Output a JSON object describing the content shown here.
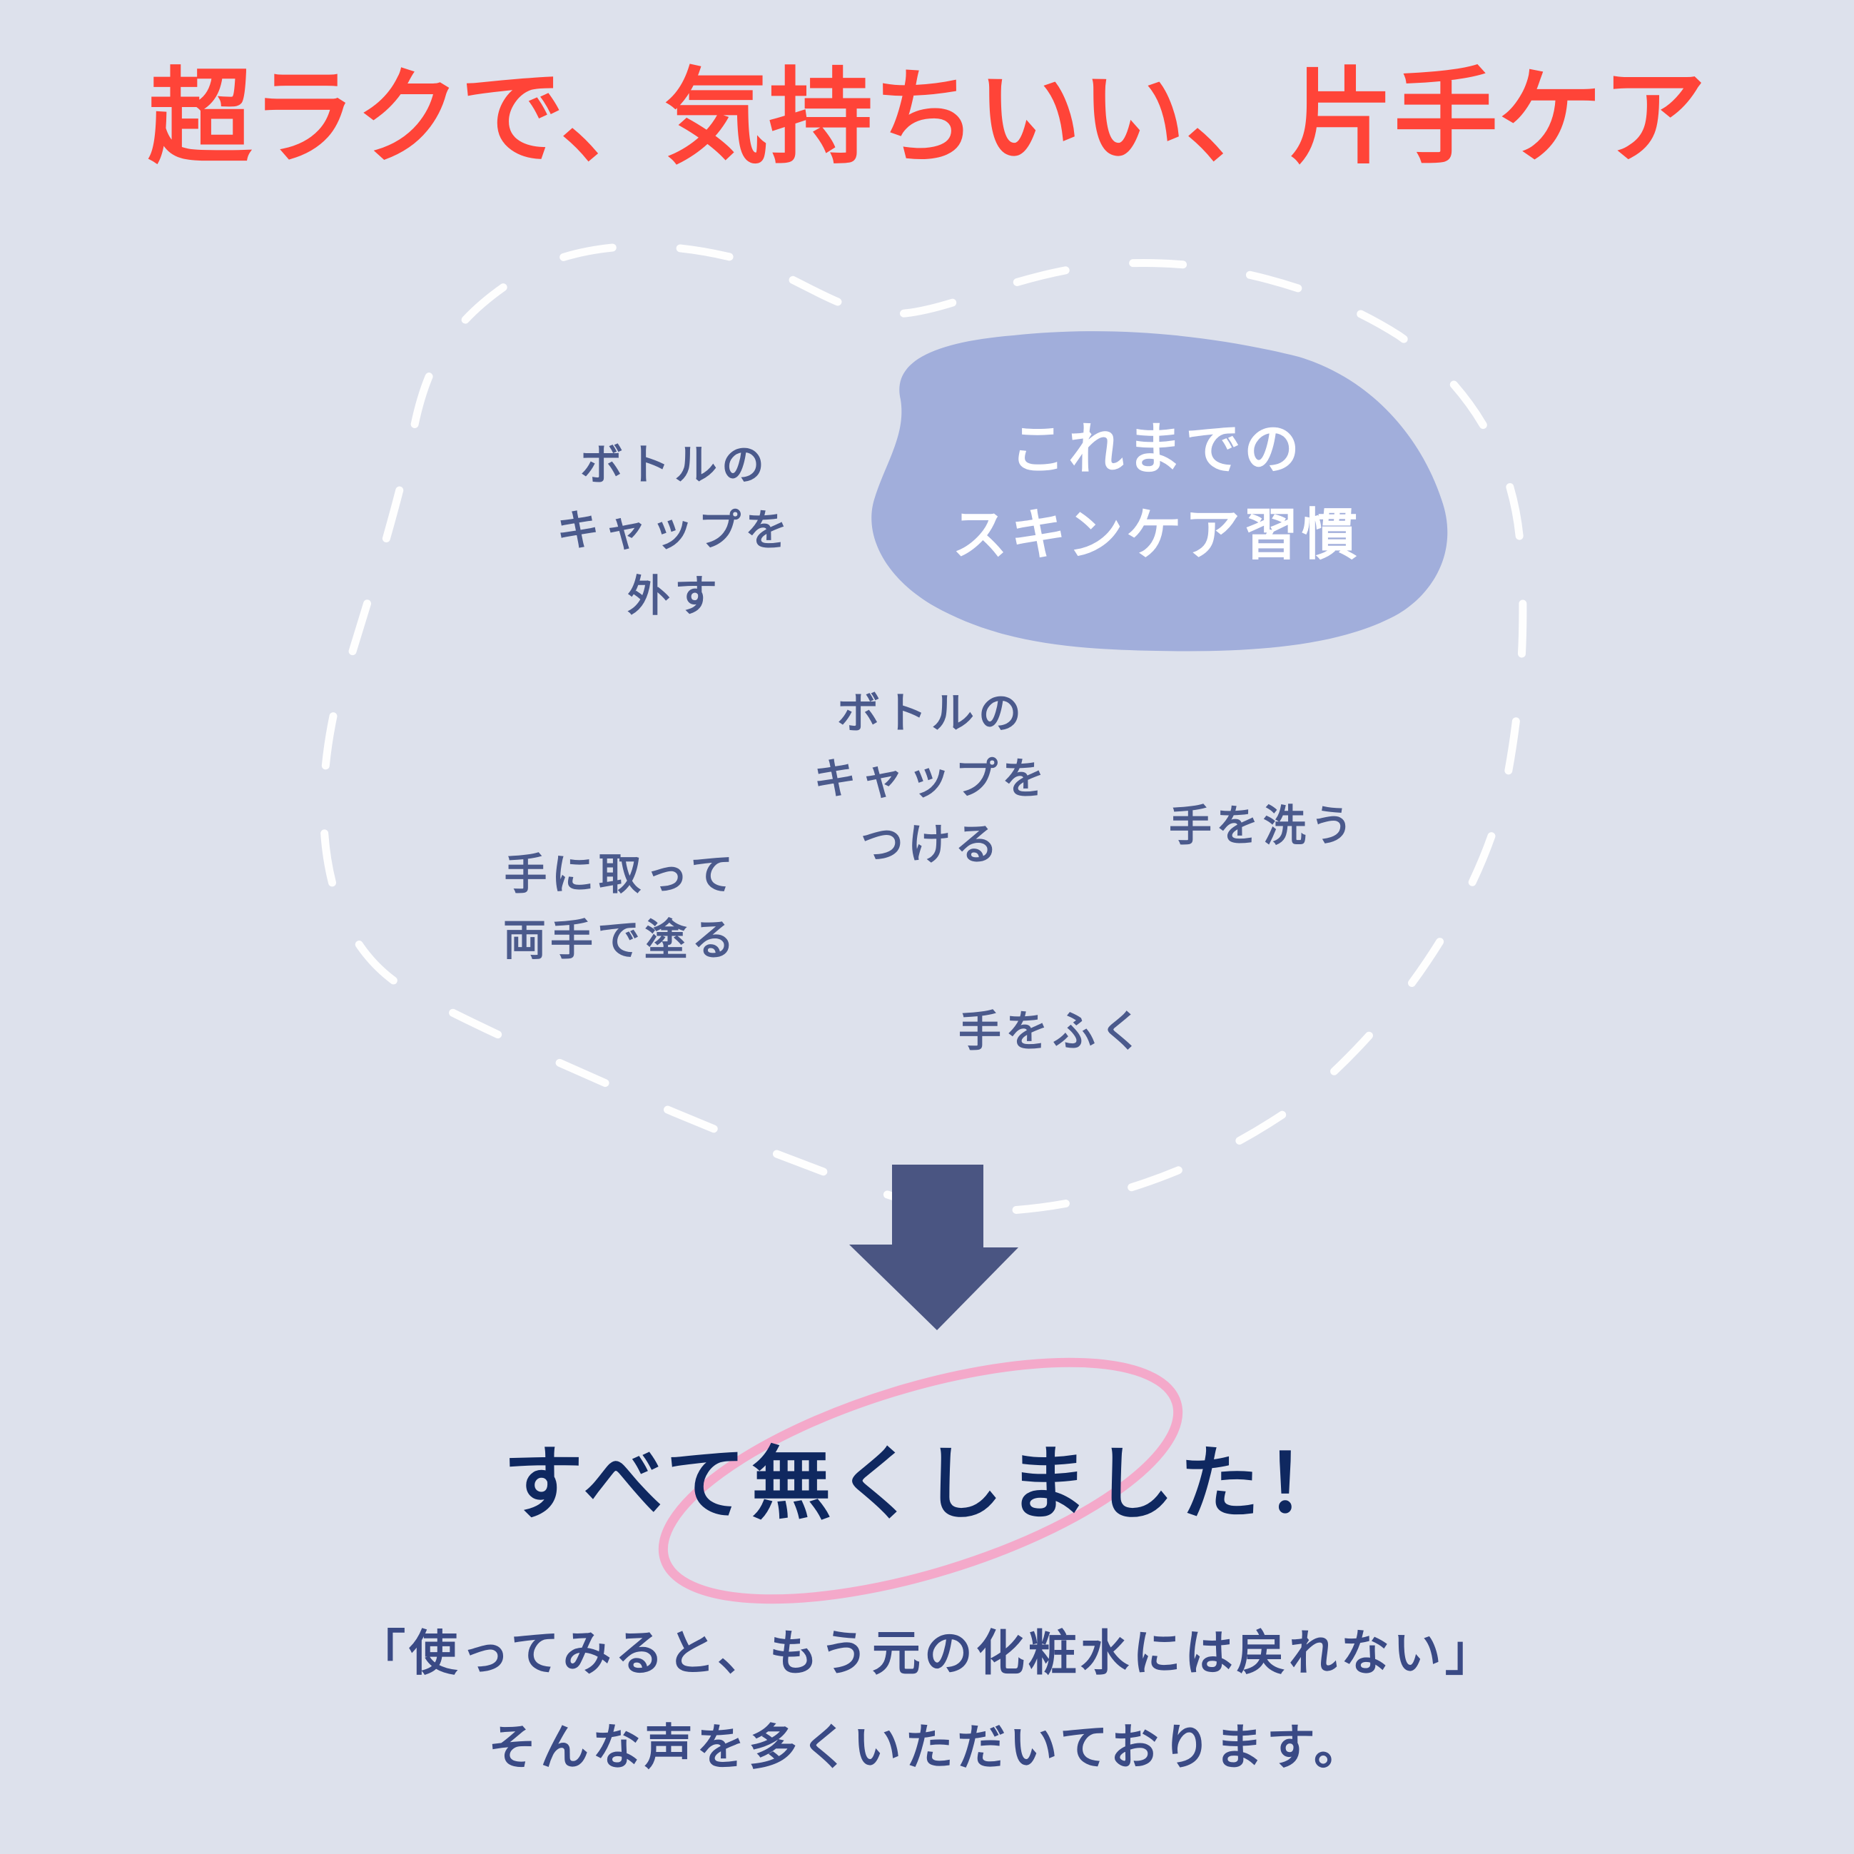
{
  "title": "超ラクで、気持ちいい、片手ケア",
  "highlight_blob": {
    "line1": "これまでの",
    "line2": "スキンケア習慣"
  },
  "steps": [
    {
      "id": "remove-cap",
      "lines": [
        "ボトルの",
        "キャップを",
        "外す"
      ]
    },
    {
      "id": "replace-cap",
      "lines": [
        "ボトルの",
        "キャップを",
        "つける"
      ]
    },
    {
      "id": "wash-hands",
      "lines": [
        "手を洗う"
      ]
    },
    {
      "id": "apply-both-hands",
      "lines": [
        "手に取って",
        "両手で塗る"
      ]
    },
    {
      "id": "wipe-hands",
      "lines": [
        "手をふく"
      ]
    }
  ],
  "arrow_icon": "down-arrow-icon",
  "headline": "すべて無くしました！",
  "testimonial": {
    "quote": "「使ってみると、もう元の化粧水には戻れない」",
    "caption": "そんな声を多くいただいております。"
  },
  "colors": {
    "background": "#dde1ec",
    "title": "#ff4438",
    "blob": "#a1aedb",
    "step_text": "#4b5a8c",
    "arrow": "#4a5582",
    "headline": "#0f2860",
    "circle_highlight": "#f4a5c8",
    "quote_text": "#3a4a85",
    "dash": "#ffffff"
  }
}
